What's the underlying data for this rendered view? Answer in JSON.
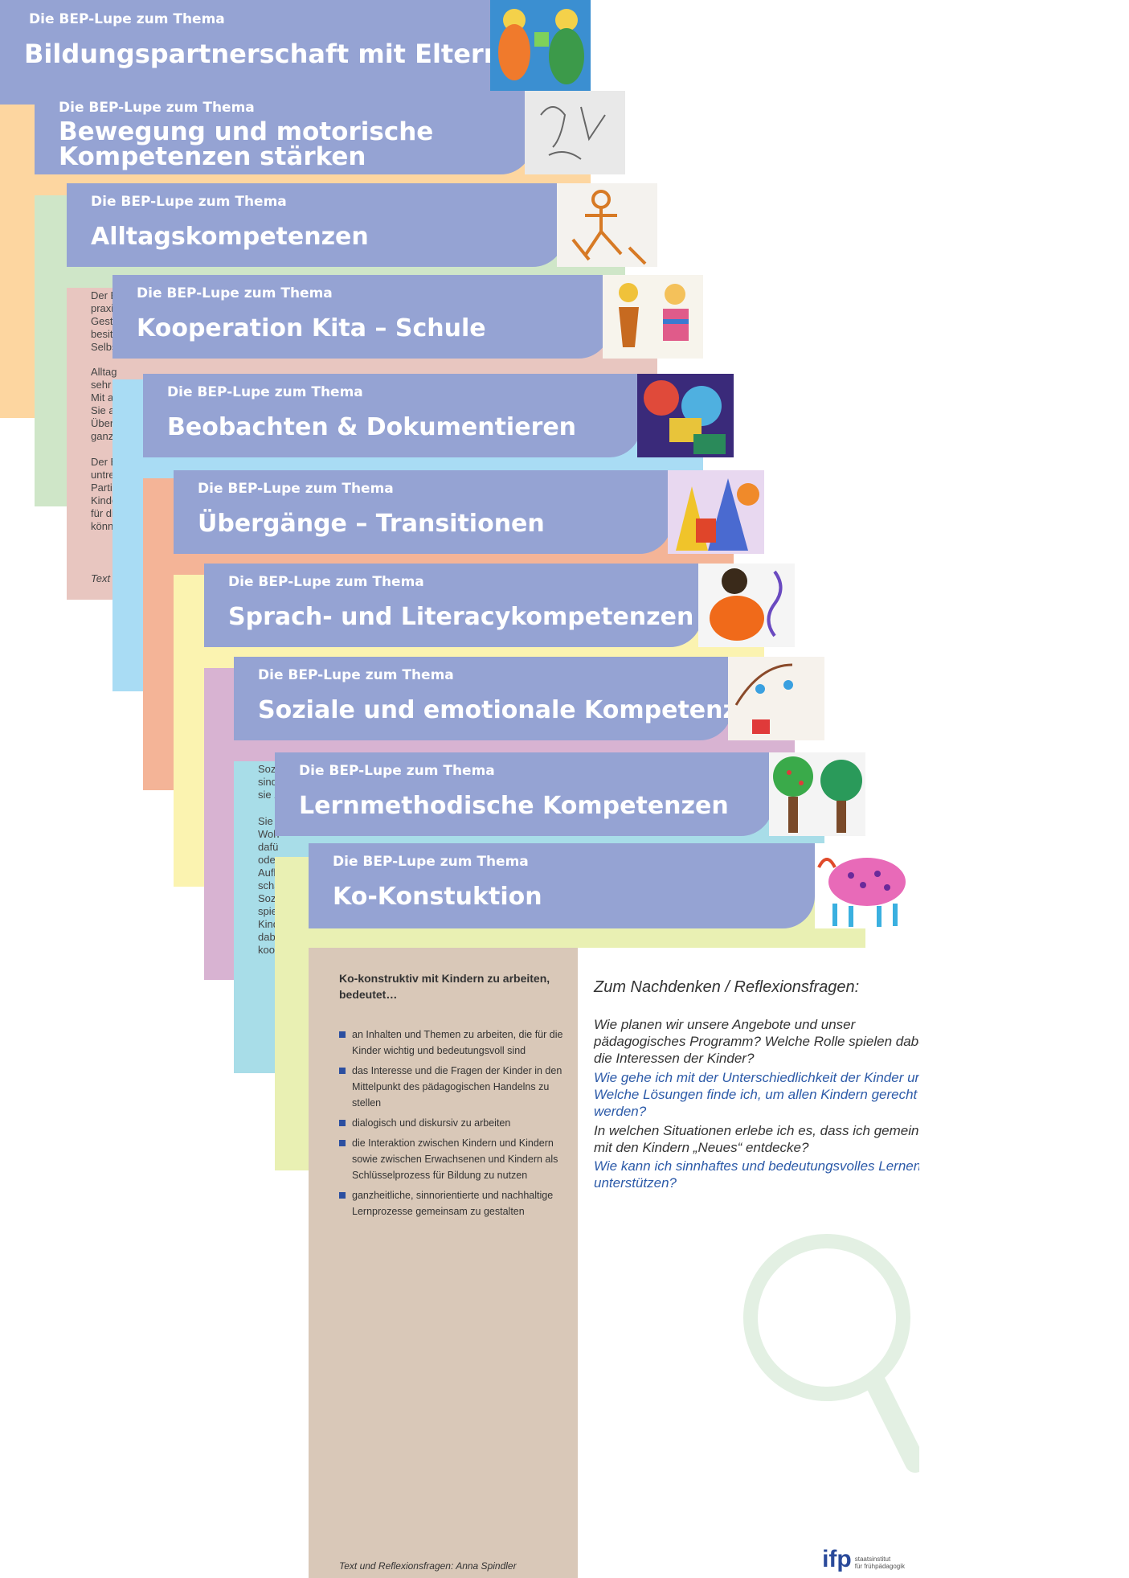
{
  "common": {
    "kicker": "Die BEP-Lupe zum Thema"
  },
  "cards": [
    {
      "title": "Bildungspartnerschaft mit Eltern"
    },
    {
      "title": "Bewegung und motorische Kompetenzen stärken"
    },
    {
      "title": "Alltagskompetenzen"
    },
    {
      "title": "Kooperation Kita – Schule"
    },
    {
      "title": "Beobachten & Dokumentieren"
    },
    {
      "title": "Übergänge – Transitionen"
    },
    {
      "title": "Sprach- und Literacykompetenzen"
    },
    {
      "title": "Soziale und emotionale Kompetenzen"
    },
    {
      "title": "Lernmethodische Kompetenzen"
    },
    {
      "title": "Ko-Konstuktion"
    }
  ],
  "fragments": {
    "card3": [
      "Der B",
      "praxis",
      "Gesta",
      "besitz",
      "Selbs",
      "Alltag",
      "sehr v",
      "Mit al",
      "Sie al",
      "Überg",
      "ganzh",
      "Der B",
      "untre",
      "Partiz",
      "Kinde",
      "für di",
      "könne",
      "Text un"
    ],
    "card8": [
      "Sozi",
      "sind",
      "sie z",
      "Sie s",
      "Woh",
      "dafü",
      "ode",
      "Aufb",
      "scha",
      "Sozi",
      "spie",
      "Kind",
      "dabe",
      "koop"
    ]
  },
  "main": {
    "intro": "Ko-konstruktiv mit Kindern zu arbeiten, bedeutet…",
    "bullets": [
      "an Inhalten und Themen zu arbeiten, die für die Kinder wichtig und bedeutungsvoll sind",
      "das Interesse und die Fragen der Kinder in den Mittelpunkt des pädagogischen Handelns zu stellen",
      "dialogisch und diskursiv zu arbeiten",
      "die Interaktion zwischen Kindern und Kindern sowie zwischen Erwachsenen und Kindern als Schlüsselprozess für Bildung zu nutzen",
      "ganzheitliche, sinnorientierte und nachhaltige Lernprozesse gemeinsam zu gestalten"
    ],
    "credit": "Text und Reflexionsfragen: Anna Spindler",
    "reflection_title": "Zum Nachdenken / Reflexionsfragen:",
    "questions": [
      "Wie planen wir unsere Angebote und unser pädagogisches Programm? Welche Rolle spielen dabei die Interessen der Kinder?",
      "Wie gehe ich mit der Unterschiedlichkeit der Kinder um? Welche Lösungen finde ich, um allen Kindern gerecht zu werden?",
      "In welchen Situationen erlebe ich es, dass ich gemeinsam mit den Kindern „Neues“ entdecke?",
      "Wie kann ich sinnhaftes und bedeutungsvolles Lernen unterstützen?"
    ]
  },
  "logo": {
    "text": "ifp",
    "sub1": "staatsinstitut",
    "sub2": "für frühpädagogik"
  },
  "colors": {
    "header": "#95a3d3",
    "bodies": [
      "#fdd6a0",
      "#cfe6c8",
      "#e8c6c0",
      "#a9dcf4",
      "#f4b497",
      "#fbf3b0",
      "#d8b3d2",
      "#a8dde8",
      "#e9f0b3",
      "#d9c8b8"
    ],
    "question_blue": "#2c5aa8"
  }
}
